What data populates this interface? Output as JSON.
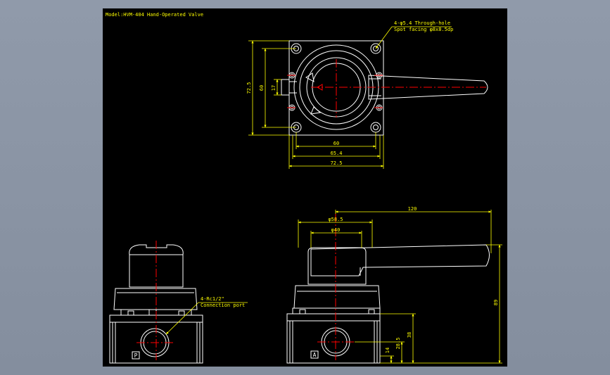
{
  "drawing": {
    "title": "Model:HVM-404 Hand-Operated Valve",
    "top_view": {
      "hole_note_line1": "4-φ5.4 Through-hole",
      "hole_note_line2": "Spot facing φ8x8.5dp",
      "dim_height_outer": "72.5",
      "dim_height_mid": "60",
      "dim_height_inner": "17",
      "dim_width_60": "60",
      "dim_width_654": "65.4",
      "dim_width_725": "72.5"
    },
    "front_view": {
      "port_note_line1": "4-Rc1/2\"",
      "port_note_line2": "Connection port",
      "port_label": "P"
    },
    "side_view": {
      "dim_120": "120",
      "dim_dia_585": "φ58.5",
      "dim_dia_40": "φ40",
      "dim_89": "89",
      "dim_38": "38",
      "dim_285": "28.5",
      "dim_14": "14",
      "port_label": "A"
    }
  },
  "colors": {
    "background": "#000000",
    "outline": "#ffffff",
    "dimension": "#ffff00",
    "centerline": "#ff0000",
    "viewport": "#8c96a6"
  }
}
